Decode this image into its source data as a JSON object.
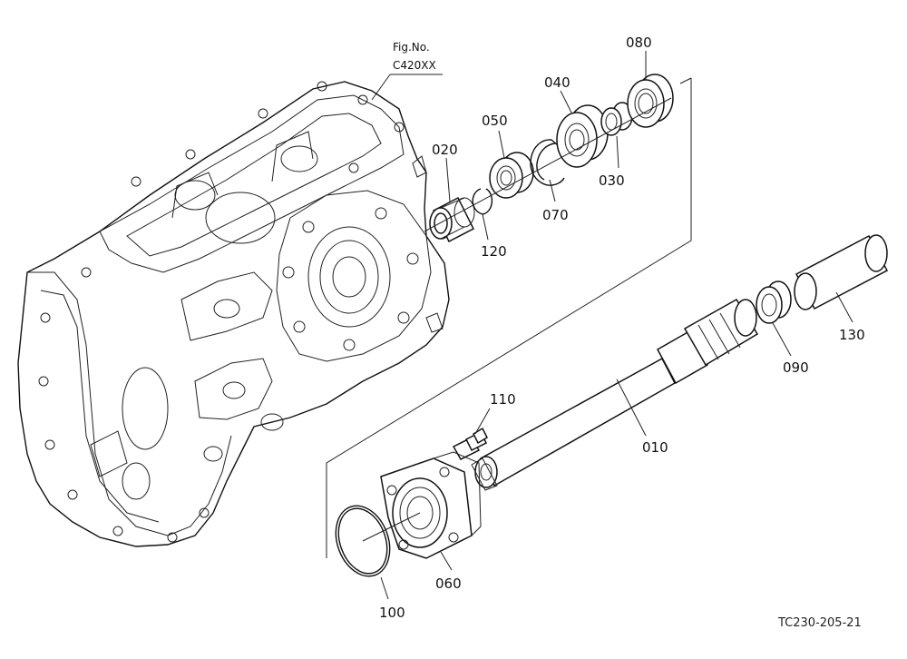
{
  "figure": {
    "fig_label": "Fig.No.",
    "fig_code": "C420XX",
    "ref_code": "TC230-205-21"
  },
  "parts": [
    {
      "id": "p010",
      "number": "010"
    },
    {
      "id": "p020",
      "number": "020"
    },
    {
      "id": "p030",
      "number": "030"
    },
    {
      "id": "p040",
      "number": "040"
    },
    {
      "id": "p050",
      "number": "050"
    },
    {
      "id": "p060",
      "number": "060"
    },
    {
      "id": "p070",
      "number": "070"
    },
    {
      "id": "p080",
      "number": "080"
    },
    {
      "id": "p090",
      "number": "090"
    },
    {
      "id": "p100",
      "number": "100"
    },
    {
      "id": "p110",
      "number": "110"
    },
    {
      "id": "p120",
      "number": "120"
    },
    {
      "id": "p130",
      "number": "130"
    }
  ]
}
